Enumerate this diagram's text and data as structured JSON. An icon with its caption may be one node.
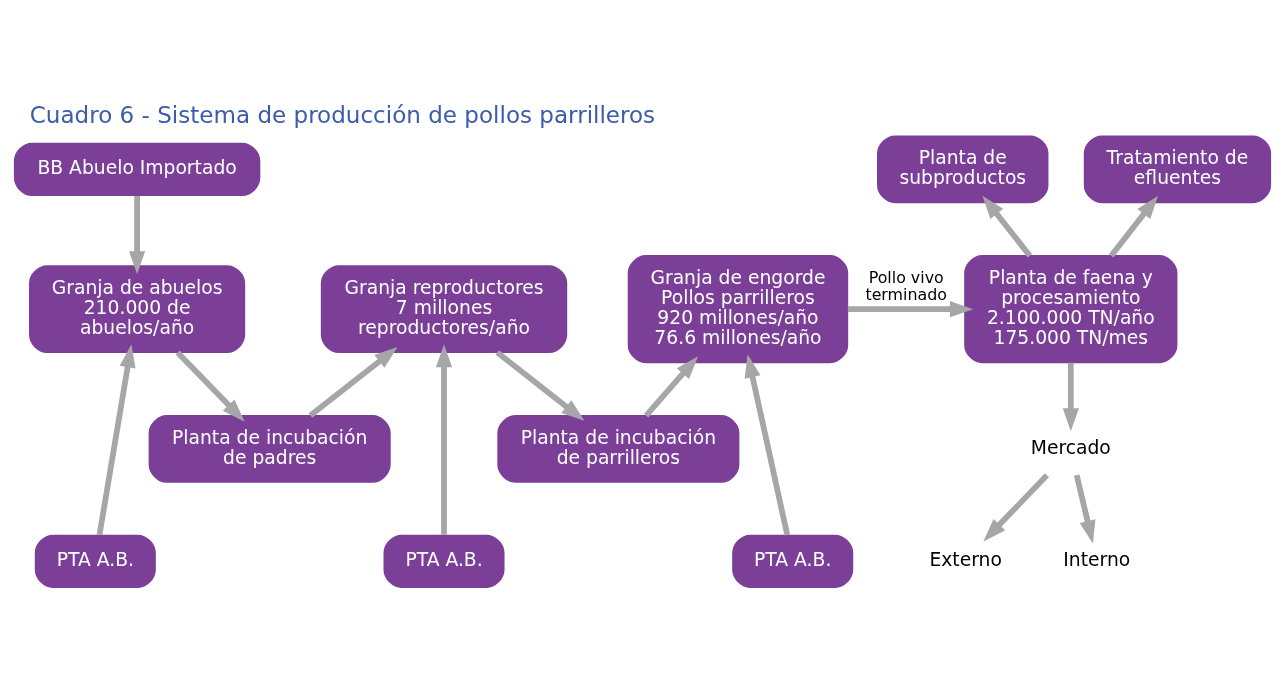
{
  "diagram": {
    "title": "Cuadro 6 - Sistema de producción de pollos parrilleros",
    "nodes": [
      {
        "text": [
          "BB Abuelo Importado"
        ]
      },
      {
        "text": [
          "Planta de subproductos"
        ]
      },
      {
        "text": [
          "Tratamiento de efluentes"
        ]
      },
      {
        "text": [
          "Granja de abuelos 210.000 de abuelos/año"
        ]
      },
      {
        "text": [
          "Granja reproductores 7 millones reproductores/año"
        ]
      },
      {
        "text": [
          "Granja de engorde Pollos parrilleros 920 millones/año 76.6 millones/año"
        ]
      },
      {
        "text": [
          "Planta de faena y procesamiento 2.100.000 TN/año 175.000 TN/mes"
        ]
      },
      {
        "text": [
          "Planta de incubación de padres"
        ]
      },
      {
        "text": [
          "Planta de incubación de parrilleros"
        ]
      },
      {
        "text": [
          "Mercado"
        ]
      },
      {
        "text": [
          "Interno"
        ]
      },
      {
        "text": [
          "Externo"
        ]
      },
      {
        "text": [
          "PTA A.B."
        ]
      },
      {
        "text": [
          "PTA A.B."
        ]
      },
      {
        "text": [
          "PTA A.B."
        ]
      }
    ],
    "edges": [
      {
        "from": 0,
        "to": 3,
        "arrow": "to"
      },
      {
        "from": 3,
        "to": 7,
        "arrow": "to"
      },
      {
        "from": 7,
        "to": 4,
        "arrow": "to"
      },
      {
        "from": 4,
        "to": 8,
        "arrow": "to"
      },
      {
        "from": 8,
        "to": 5,
        "arrow": "to"
      },
      {
        "from": 5,
        "to": 6,
        "arrow": "to",
        "label": "Pollo vivo terminado"
      },
      {
        "from": 6,
        "to": 1,
        "arrow": "to"
      },
      {
        "from": 6,
        "to": 2,
        "arrow": "to"
      },
      {
        "from": 6,
        "to": 9,
        "arrow": "to"
      },
      {
        "from": 9,
        "to": 10,
        "arrow": "to"
      },
      {
        "from": 9,
        "to": 11,
        "arrow": "to"
      },
      {
        "from": 12,
        "to": 3,
        "arrow": "to"
      },
      {
        "from": 13,
        "to": 4,
        "arrow": "to"
      },
      {
        "from": 14,
        "to": 5,
        "arrow": "to"
      }
    ]
  }
}
